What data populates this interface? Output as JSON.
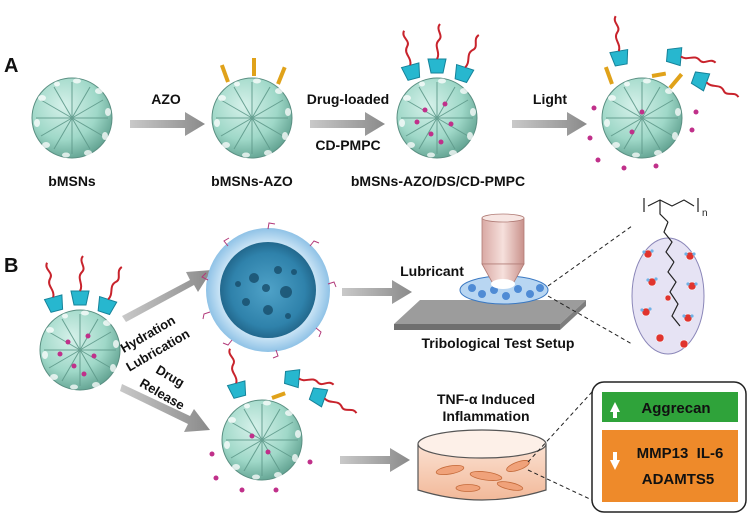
{
  "panels": {
    "a": {
      "letter": "A"
    },
    "b": {
      "letter": "B"
    }
  },
  "row_a": {
    "step1_label": "bMSNs",
    "arrow1_label": "AZO",
    "step2_label": "bMSNs-AZO",
    "arrow2_label_line1": "Drug-loaded",
    "arrow2_label_line2": "CD-PMPC",
    "step3_label": "bMSNs-AZO/DS/CD-PMPC",
    "arrow3_label": "Light"
  },
  "row_b": {
    "upper_arrow_line1": "Hydration",
    "upper_arrow_line2": "Lubrication",
    "lower_arrow_line1": "Drug",
    "lower_arrow_line2": "Release",
    "lubricant_label": "Lubricant",
    "tribology_label": "Tribological Test Setup",
    "polymer_subscript": "n",
    "inflammation_line1": "TNF-α Induced",
    "inflammation_line2": "Inflammation",
    "up_regulated": "Aggrecan",
    "down_regulated_line1": "MMP13  IL-6",
    "down_regulated_line2": "ADAMTS5"
  },
  "colors": {
    "particle": "#9fd8c8",
    "particle_dark": "#6cae9c",
    "cyclodextrin": "#27b7cf",
    "azo": "#e0a21a",
    "polymer": "#c8232c",
    "drug": "#c0308a",
    "arrow": "#9a9a9a",
    "up_box": "#2fa33a",
    "down_box": "#ee8a2a"
  }
}
